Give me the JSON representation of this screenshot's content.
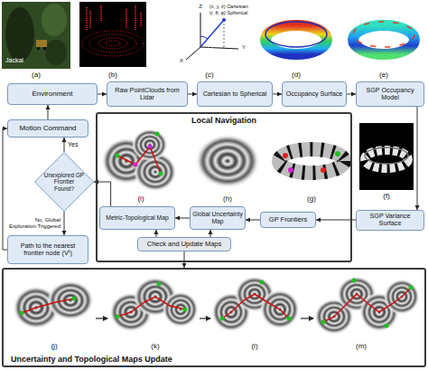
{
  "diagram": {
    "nodes": [
      {
        "text": [
          "Environment"
        ]
      },
      {
        "text": [
          "Raw PointClouds from Lidar"
        ]
      },
      {
        "text": [
          "Cartesian to Spherical"
        ]
      },
      {
        "text": [
          "Occupancy Surface"
        ]
      },
      {
        "text": [
          "SGP Occupancy Model"
        ]
      },
      {
        "text": [
          "Motion Command"
        ]
      },
      {
        "text": [
          "Local Navigation"
        ]
      },
      {
        "text": [
          "Unexplored GP Frontier Found?"
        ]
      },
      {
        "text": [
          "SGP Variance Surface"
        ]
      },
      {
        "text": [
          "Metric-Topological Map"
        ],
        "in": 6
      },
      {
        "text": [
          "Global Uncertainty Map"
        ],
        "in": 6
      },
      {
        "text": [
          "GP Frontiers"
        ],
        "in": 6
      },
      {
        "text": [
          "Check and Update Maps"
        ],
        "in": 6
      },
      {
        "text": [
          "Path to the nearest frontier node (Vᶠ)"
        ]
      },
      {
        "text": [
          "Uncertainty and Topological Maps Update"
        ]
      }
    ],
    "edges": [
      {
        "from": 0,
        "to": 1,
        "arrow": "to"
      },
      {
        "from": 1,
        "to": 2,
        "arrow": "to"
      },
      {
        "from": 2,
        "to": 3,
        "arrow": "to"
      },
      {
        "from": 3,
        "to": 4,
        "arrow": "to"
      },
      {
        "from": 4,
        "to": 8,
        "arrow": "to"
      },
      {
        "from": 8,
        "to": 11,
        "arrow": "to"
      },
      {
        "from": 11,
        "to": 10,
        "arrow": "to"
      },
      {
        "from": 10,
        "to": 9,
        "arrow": "to"
      },
      {
        "from": 12,
        "to": 9,
        "arrow": "to"
      },
      {
        "from": 12,
        "to": 10,
        "arrow": "to"
      },
      {
        "from": 12,
        "to": 14,
        "arrow": "to"
      },
      {
        "from": 9,
        "to": 7,
        "arrow": "to"
      },
      {
        "from": 7,
        "to": 5,
        "label": "Yes",
        "arrow": "to"
      },
      {
        "from": 7,
        "to": 13,
        "label": "No, Global Exploration Triggered",
        "arrow": "to"
      },
      {
        "from": 13,
        "to": 5,
        "arrow": "to"
      },
      {
        "from": 5,
        "to": 0,
        "arrow": "to"
      }
    ],
    "labels": [
      "Jackal",
      "Z",
      "(x, y, z) Cartesian",
      "(r, θ, φ) Spherical",
      "X",
      "Y",
      "(a)",
      "(b)",
      "(c)",
      "(d)",
      "(e)",
      "(f)",
      "(i)",
      "(h)",
      "(g)",
      "(j)",
      "(k)",
      "(l)",
      "(m)"
    ]
  }
}
